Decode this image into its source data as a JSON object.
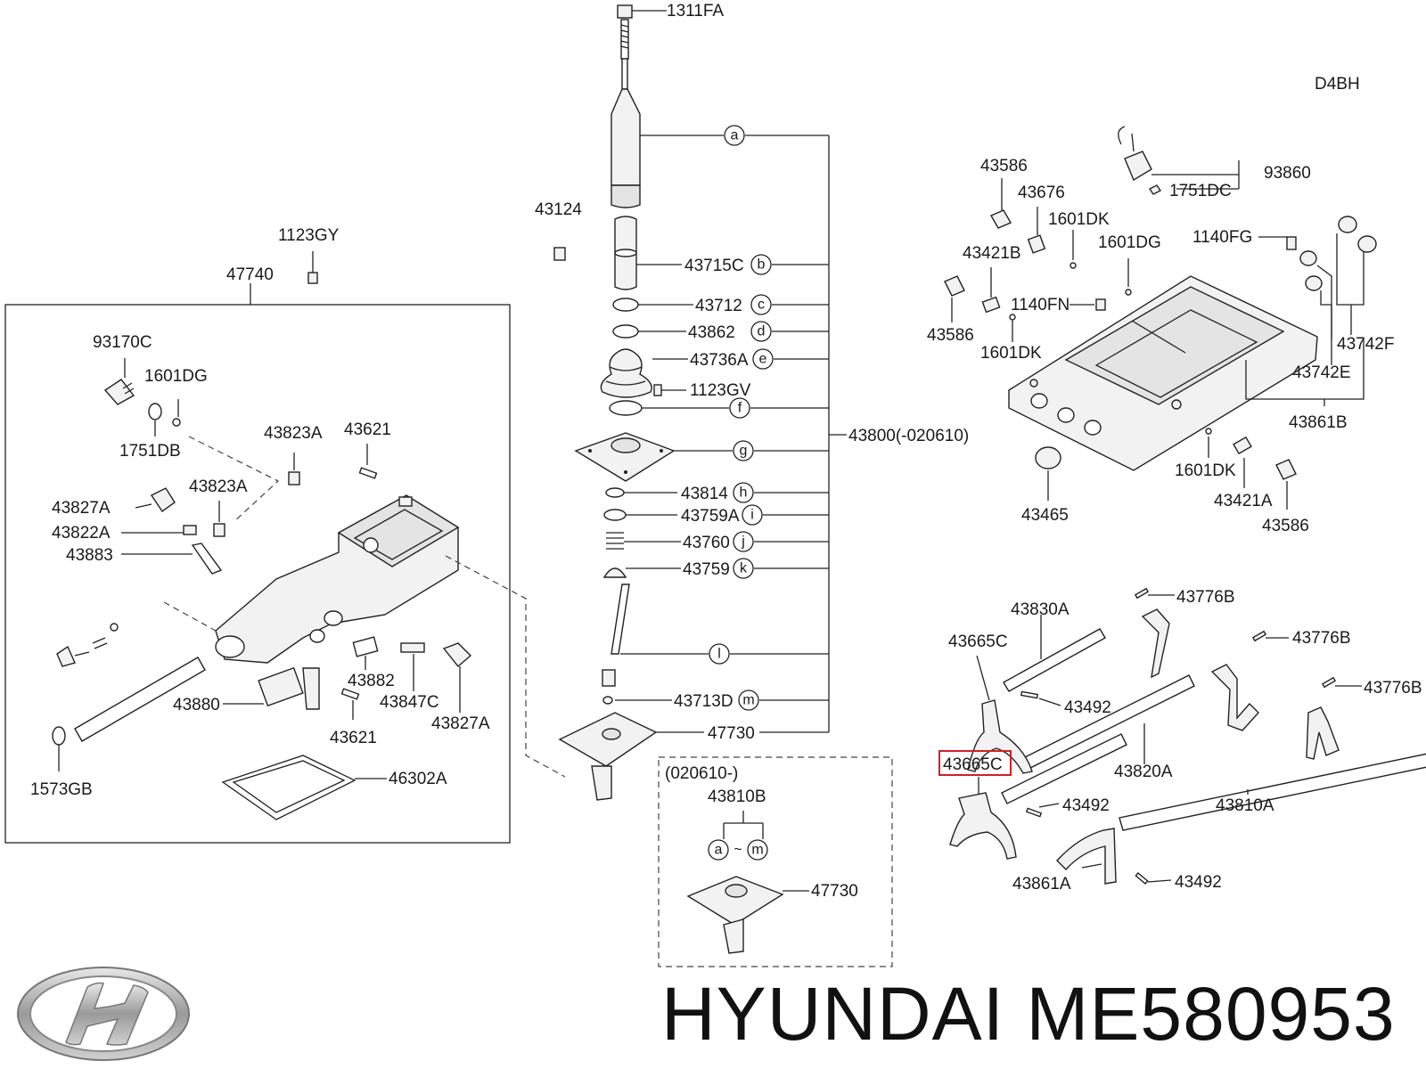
{
  "engine": "D4BH",
  "brand": {
    "text": "HYUNDAI ME580953",
    "logo": "hyundai-oval-logo"
  },
  "circle_letters": [
    "a",
    "b",
    "c",
    "d",
    "e",
    "f",
    "g",
    "h",
    "i",
    "j",
    "k",
    "l",
    "m"
  ],
  "assembly": {
    "label": "43800(-020610)"
  },
  "inset": {
    "date": "(020610-)",
    "part": "43810B",
    "range_a": "a",
    "range_tilde": "~",
    "range_m": "m",
    "plate": "47730"
  },
  "column_labels": [
    {
      "id": "1311FA",
      "text": "1311FA"
    },
    {
      "id": "43715C",
      "text": "43715C"
    },
    {
      "id": "43712",
      "text": "43712"
    },
    {
      "id": "43862",
      "text": "43862"
    },
    {
      "id": "43736A",
      "text": "43736A"
    },
    {
      "id": "1123GV",
      "text": "1123GV"
    },
    {
      "id": "43814",
      "text": "43814"
    },
    {
      "id": "43759A",
      "text": "43759A"
    },
    {
      "id": "43760",
      "text": "43760"
    },
    {
      "id": "43759",
      "text": "43759"
    },
    {
      "id": "43713D",
      "text": "43713D"
    },
    {
      "id": "47730",
      "text": "47730"
    },
    {
      "id": "43124",
      "text": "43124"
    }
  ],
  "left_box_labels": [
    {
      "id": "1123GY",
      "text": "1123GY"
    },
    {
      "id": "47740",
      "text": "47740"
    },
    {
      "id": "93170C",
      "text": "93170C"
    },
    {
      "id": "1601DG_l",
      "text": "1601DG"
    },
    {
      "id": "1751DB",
      "text": "1751DB"
    },
    {
      "id": "43823A_1",
      "text": "43823A"
    },
    {
      "id": "43621_1",
      "text": "43621"
    },
    {
      "id": "43823A_2",
      "text": "43823A"
    },
    {
      "id": "43827A_1",
      "text": "43827A"
    },
    {
      "id": "43822A",
      "text": "43822A"
    },
    {
      "id": "43883",
      "text": "43883"
    },
    {
      "id": "43882",
      "text": "43882"
    },
    {
      "id": "43847C",
      "text": "43847C"
    },
    {
      "id": "43880",
      "text": "43880"
    },
    {
      "id": "43621_2",
      "text": "43621"
    },
    {
      "id": "43827A_2",
      "text": "43827A"
    },
    {
      "id": "1573GB",
      "text": "1573GB"
    },
    {
      "id": "46302A",
      "text": "46302A"
    }
  ],
  "right_top_labels": [
    {
      "id": "43586_1",
      "text": "43586"
    },
    {
      "id": "43676",
      "text": "43676"
    },
    {
      "id": "1601DK_1",
      "text": "1601DK"
    },
    {
      "id": "1751DC",
      "text": "1751DC"
    },
    {
      "id": "93860",
      "text": "93860"
    },
    {
      "id": "43421B",
      "text": "43421B"
    },
    {
      "id": "1601DG_r",
      "text": "1601DG"
    },
    {
      "id": "1140FG",
      "text": "1140FG"
    },
    {
      "id": "1140FN",
      "text": "1140FN"
    },
    {
      "id": "43586_2",
      "text": "43586"
    },
    {
      "id": "1601DK_2",
      "text": "1601DK"
    },
    {
      "id": "43742F",
      "text": "43742F"
    },
    {
      "id": "43742E",
      "text": "43742E"
    },
    {
      "id": "43861B",
      "text": "43861B"
    },
    {
      "id": "43465",
      "text": "43465"
    },
    {
      "id": "1601DK_3",
      "text": "1601DK"
    },
    {
      "id": "43421A",
      "text": "43421A"
    },
    {
      "id": "43586_3",
      "text": "43586"
    }
  ],
  "right_bottom_labels": [
    {
      "id": "43830A",
      "text": "43830A"
    },
    {
      "id": "43776B_1",
      "text": "43776B"
    },
    {
      "id": "43665C_1",
      "text": "43665C"
    },
    {
      "id": "43776B_2",
      "text": "43776B"
    },
    {
      "id": "43776B_3",
      "text": "43776B"
    },
    {
      "id": "43492_1",
      "text": "43492"
    },
    {
      "id": "43665C_2",
      "text": "43665C"
    },
    {
      "id": "43820A",
      "text": "43820A"
    },
    {
      "id": "43492_2",
      "text": "43492"
    },
    {
      "id": "43810A",
      "text": "43810A"
    },
    {
      "id": "43861A",
      "text": "43861A"
    },
    {
      "id": "43492_3",
      "text": "43492"
    }
  ],
  "highlight_color": "#d42020"
}
